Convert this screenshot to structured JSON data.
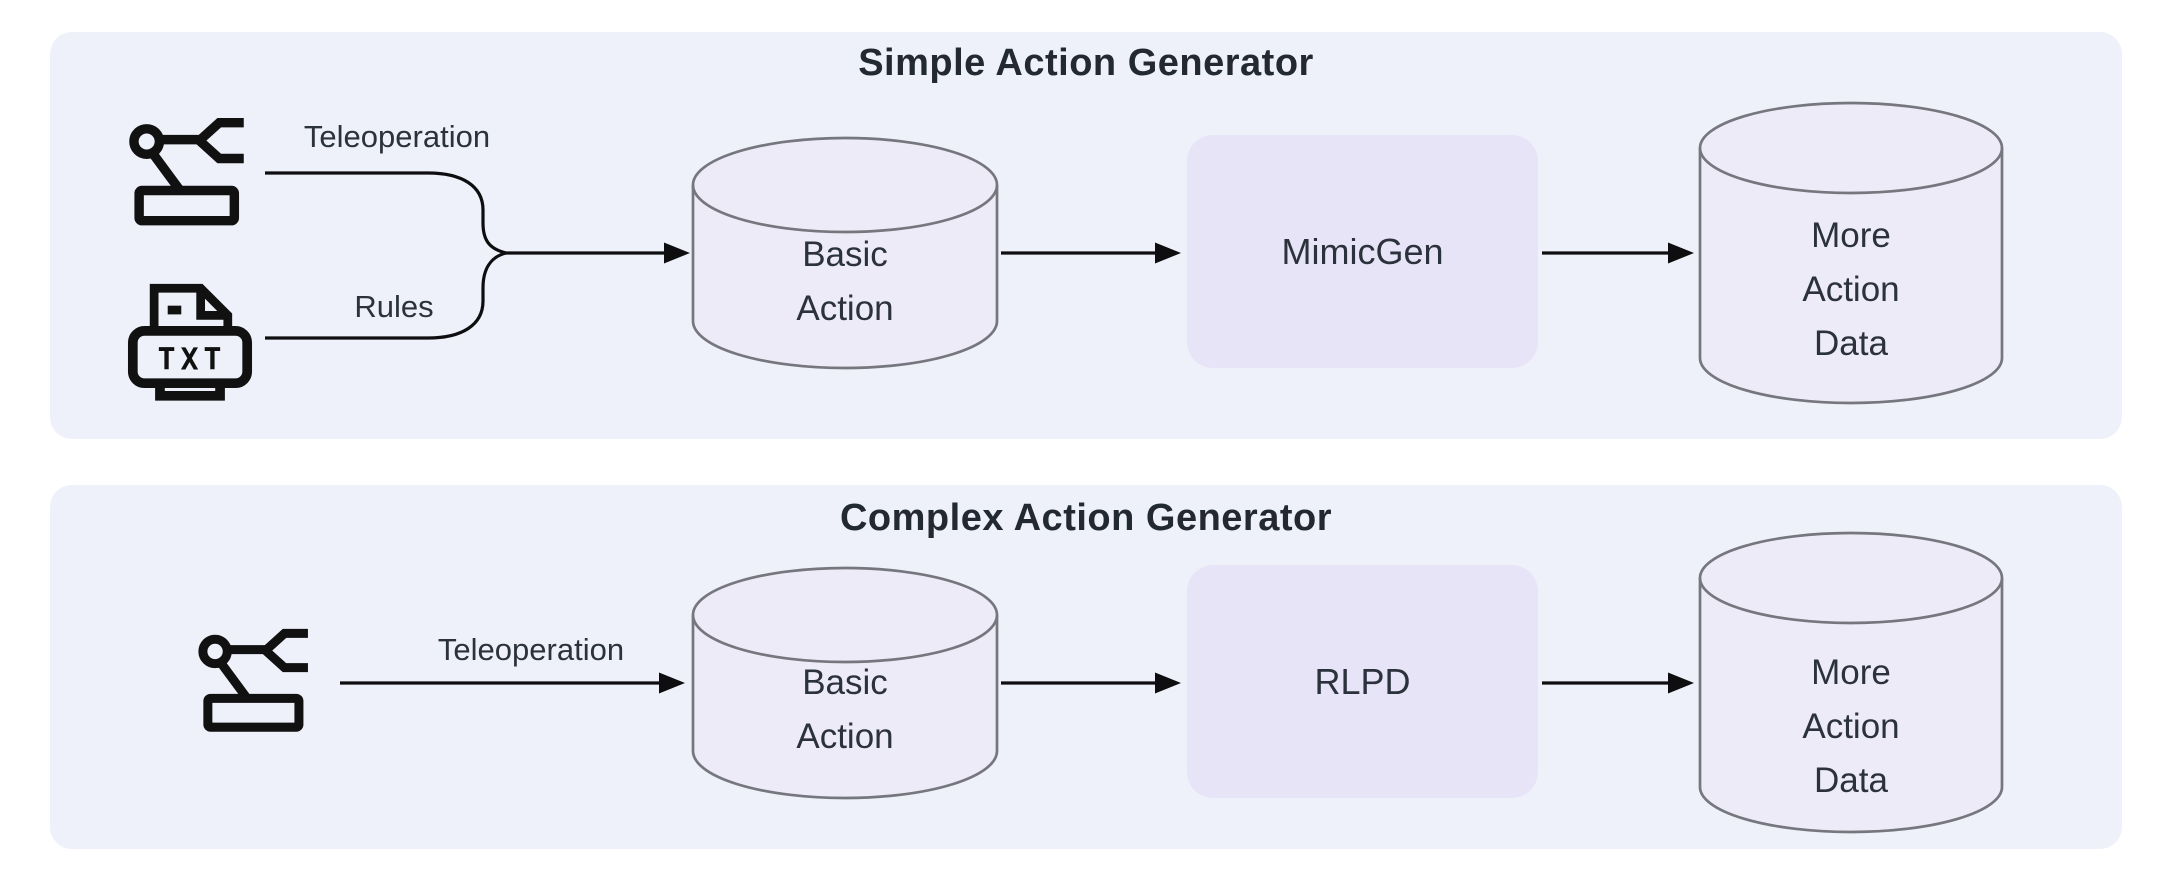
{
  "colors": {
    "page_bg": "#ffffff",
    "panel_bg": "#eef1f9",
    "cylinder_fill": "#edebf7",
    "cylinder_stroke": "#76767e",
    "process_fill": "#e8e4f8",
    "text_primary": "#2c323c",
    "title_color": "#232933",
    "line_color": "#0e0e10",
    "icon_color": "#111111"
  },
  "icons": {
    "robot": "robot-arm-icon",
    "txt_file": "txt-file-icon",
    "txt_badge_text": "TXT"
  },
  "panels": [
    {
      "title": "Simple Action Generator",
      "inputs": [
        {
          "icon": "robot-arm-icon",
          "label": "Teleoperation"
        },
        {
          "icon": "txt-file-icon",
          "label": "Rules"
        }
      ],
      "nodes": [
        {
          "type": "cylinder",
          "label": "Basic\nAction"
        },
        {
          "type": "process",
          "label": "MimicGen"
        },
        {
          "type": "cylinder",
          "label": "More\nAction\nData"
        }
      ]
    },
    {
      "title": "Complex Action Generator",
      "inputs": [
        {
          "icon": "robot-arm-icon",
          "label": "Teleoperation"
        }
      ],
      "nodes": [
        {
          "type": "cylinder",
          "label": "Basic\nAction"
        },
        {
          "type": "process",
          "label": "RLPD"
        },
        {
          "type": "cylinder",
          "label": "More\nAction\nData"
        }
      ]
    }
  ]
}
